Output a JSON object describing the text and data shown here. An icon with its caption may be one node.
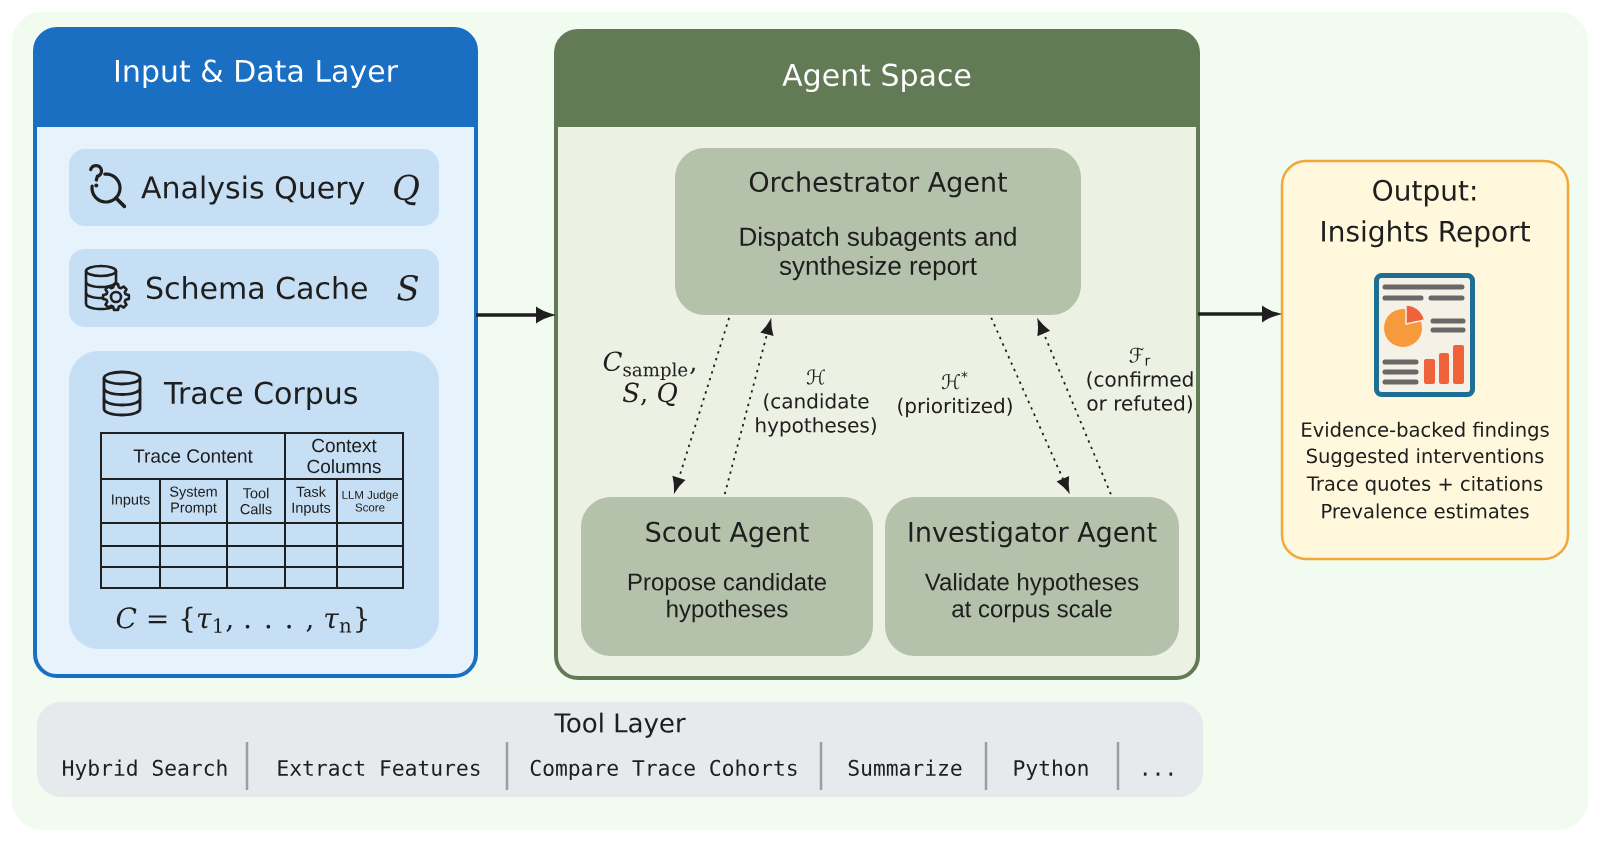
{
  "diagram": {
    "nodes": [
      {
        "text": [
          "Input & Data Layer"
        ]
      },
      {
        "text": [
          "Analysis Query",
          "Q"
        ],
        "in": 0
      },
      {
        "text": [
          "Schema Cache",
          "S"
        ],
        "in": 0
      },
      {
        "text": [
          "Trace Corpus",
          "*C* = {*τ*$_{1}$, . . . , *τ*$_{n}$}"
        ],
        "in": 0
      },
      {
        "text": [
          "Agent Space"
        ]
      },
      {
        "text": [
          "Orchestrator Agent",
          "Dispatch subagents and synthesize report"
        ],
        "in": 4
      },
      {
        "text": [
          "Scout Agent",
          "Propose candidate hypotheses"
        ],
        "in": 4
      },
      {
        "text": [
          "Investigator Agent",
          "Validate hypotheses at corpus scale"
        ],
        "in": 4
      },
      {
        "text": [
          "Output: Insights Report",
          "Evidence-backed findings",
          "Suggested interventions",
          "Trace quotes + citations",
          "Prevalence estimates"
        ]
      },
      {
        "text": [
          "Tool Layer",
          "Hybrid Search",
          "Extract Features",
          "Compare Trace Cohorts",
          "Summarize",
          "Python",
          "..."
        ]
      }
    ],
    "edges": [
      {
        "from": 0,
        "to": 4,
        "arrow": "to"
      },
      {
        "from": 4,
        "to": 8,
        "arrow": "to"
      },
      {
        "from": 5,
        "to": 6,
        "arrow": "to",
        "style": "dashed",
        "label": "*C*$_{sample}$, *S*, *Q*"
      },
      {
        "from": 6,
        "to": 5,
        "arrow": "to",
        "style": "dashed",
        "label": "ℋ (candidate hypotheses)"
      },
      {
        "from": 5,
        "to": 7,
        "arrow": "to",
        "style": "dashed",
        "label": "ℋ$^{*}$ (prioritized)"
      },
      {
        "from": 7,
        "to": 5,
        "arrow": "to",
        "style": "dashed",
        "label": "ℱ$_{r}$ (confirmed or refuted)"
      }
    ],
    "labels": [
      "Trace Content",
      "Context Columns",
      "Inputs",
      "System Prompt",
      "Tool Calls",
      "Task Inputs",
      "LLM Judge Score"
    ]
  }
}
